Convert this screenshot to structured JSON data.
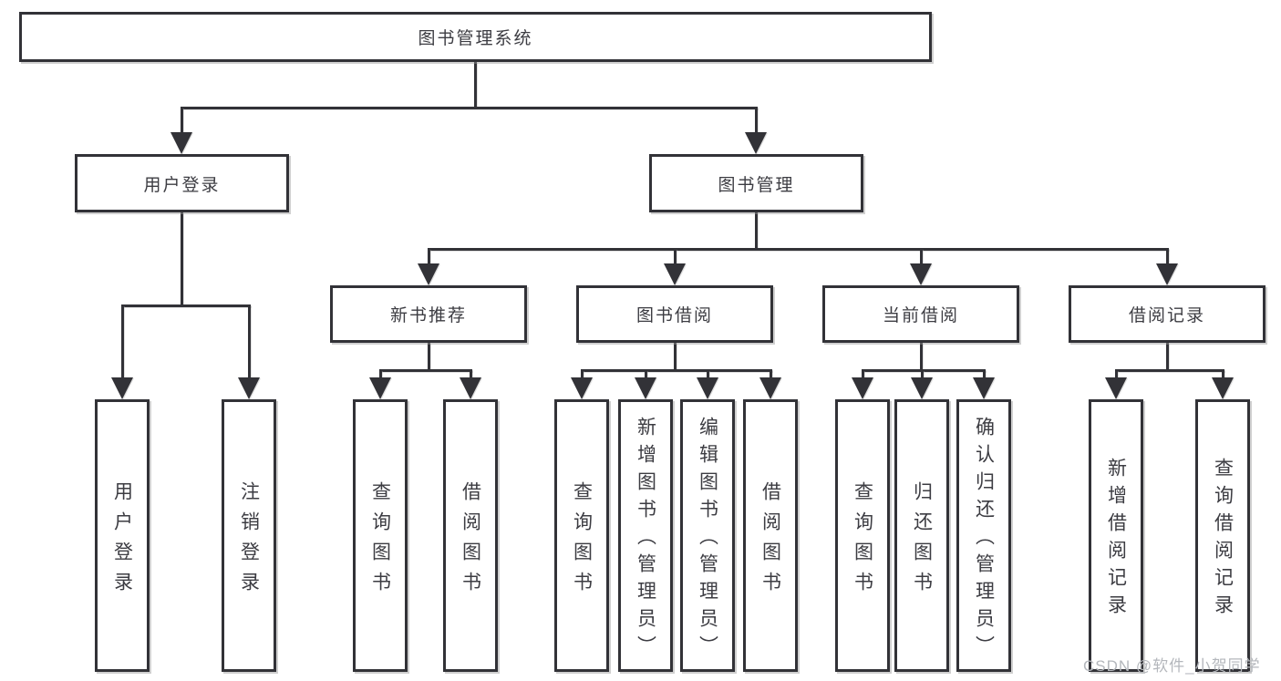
{
  "diagram": {
    "root": {
      "label": "图书管理系统"
    },
    "level1": [
      {
        "label": "用户登录",
        "children_labels": [
          "用户登录",
          "注销登录"
        ]
      },
      {
        "label": "图书管理"
      }
    ],
    "level2": [
      {
        "label": "新书推荐",
        "children_labels": [
          "查询图书",
          "借阅图书"
        ]
      },
      {
        "label": "图书借阅",
        "children_labels": [
          "查询图书",
          "新增图书（管理员）",
          "编辑图书（管理员）",
          "借阅图书"
        ]
      },
      {
        "label": "当前借阅",
        "children_labels": [
          "查询图书",
          "归还图书",
          "确认归还（管理员）"
        ]
      },
      {
        "label": "借阅记录",
        "children_labels": [
          "新增借阅记录",
          "查询借阅记录"
        ]
      }
    ],
    "watermark": "CSDN @软件_小贺同学",
    "colors": {
      "line": "#323237",
      "text": "#3c3c42",
      "background": "#ffffff",
      "watermark": "#b4b7bc"
    }
  }
}
